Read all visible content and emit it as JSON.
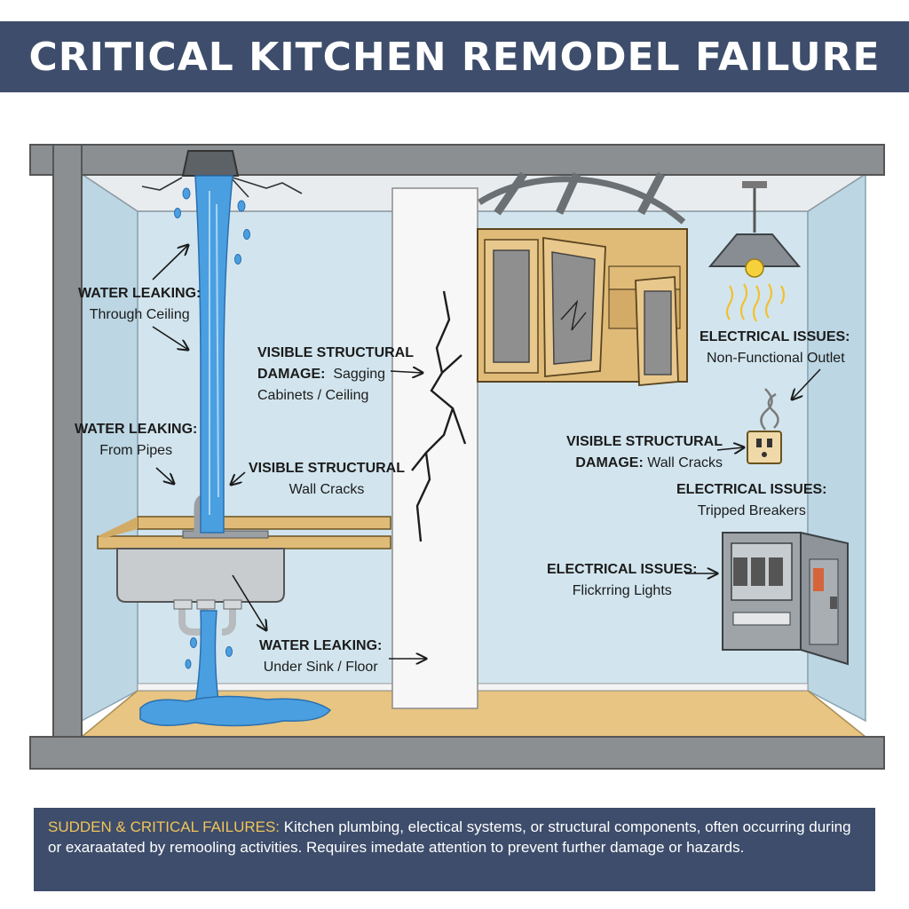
{
  "title": "CRITICAL KITCHEN REMODEL FAILURE",
  "labels": {
    "water_ceiling": {
      "head": "WATER LEAKING:",
      "text": "Through Ceiling"
    },
    "water_pipes": {
      "head": "WATER LEAKING:",
      "text": "From Pipes"
    },
    "water_sink": {
      "head": "WATER LEAKING:",
      "text": "Under Sink / Floor"
    },
    "struct_sagging": {
      "head": "VISIBLE STRUCTURAL",
      "head2": "DAMAGE:",
      "text": "Sagging",
      "text2": "Cabinets / Ceiling"
    },
    "struct_wall_left": {
      "head": "VISIBLE STRUCTURAL",
      "text": "Wall Cracks"
    },
    "struct_wall_right": {
      "head": "VISIBLE STRUCTURAL",
      "head2": "DAMAGE:",
      "text": "Wall Cracks"
    },
    "elec_outlet": {
      "head": "ELECTRICAL ISSUES:",
      "text": "Non-Functional Outlet"
    },
    "elec_breakers": {
      "head": "ELECTRICAL ISSUES:",
      "text": "Tripped Breakers"
    },
    "elec_lights": {
      "head": "ELECTRICAL ISSUES:",
      "text": "Flickrring Lights"
    }
  },
  "footer": {
    "highlight": "SUDDEN & CRITICAL FAILURES:",
    "text": "Kitchen plumbing, electical systems, or structural components, often occurring during or exaraatated by remooling activities. Requires imedate attention to prevent further damage or hazards."
  },
  "colors": {
    "banner": "#3d4d6b",
    "wall": "#d4e6ef",
    "water": "#4a9fe0",
    "floor": "#e8c582",
    "cabinet": "#e0bb78",
    "highlight_text": "#f2c35a"
  }
}
